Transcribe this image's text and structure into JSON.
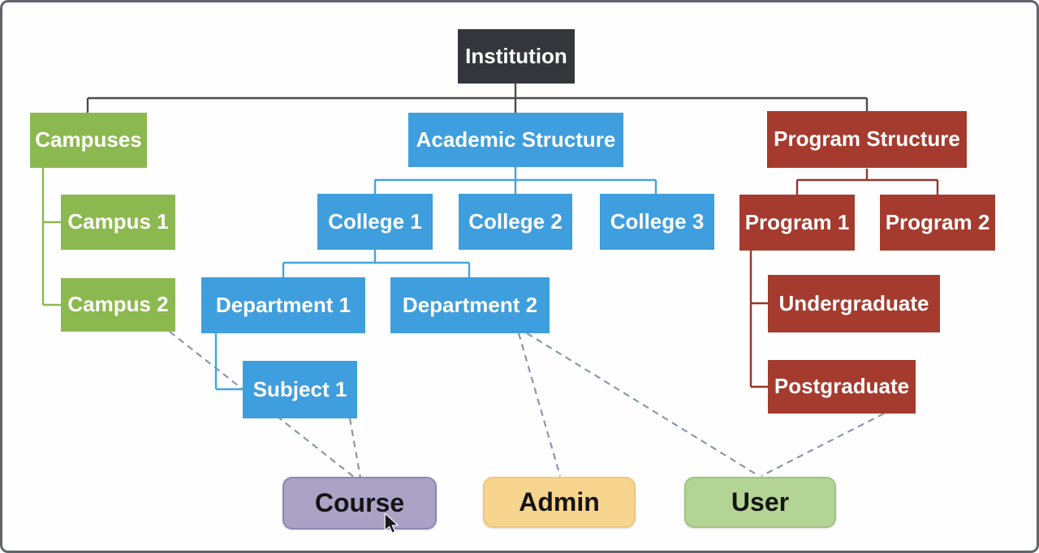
{
  "nodes": {
    "institution": "Institution",
    "campuses": "Campuses",
    "campus_1": "Campus 1",
    "campus_2": "Campus 2",
    "academic_structure": "Academic Structure",
    "college_1": "College 1",
    "college_2": "College 2",
    "college_3": "College 3",
    "department_1": "Department 1",
    "department_2": "Department 2",
    "subject_1": "Subject 1",
    "program_structure": "Program Structure",
    "program_1": "Program 1",
    "program_2": "Program 2",
    "undergraduate": "Undergraduate",
    "postgraduate": "Postgraduate",
    "course": "Course",
    "admin": "Admin",
    "user": "User"
  },
  "hierarchy": {
    "institution": [
      "campuses",
      "academic_structure",
      "program_structure"
    ],
    "campuses": [
      "campus_1",
      "campus_2"
    ],
    "academic_structure": [
      "college_1",
      "college_2",
      "college_3"
    ],
    "college_1": [
      "department_1",
      "department_2"
    ],
    "department_1": [
      "subject_1"
    ],
    "program_structure": [
      "program_1",
      "program_2"
    ],
    "program_1": [
      "undergraduate",
      "postgraduate"
    ]
  },
  "dashed_relations": [
    {
      "from": "campus_2",
      "to": "course"
    },
    {
      "from": "subject_1",
      "to": "course"
    },
    {
      "from": "department_2",
      "to": "admin"
    },
    {
      "from": "department_2",
      "to": "user"
    },
    {
      "from": "postgraduate",
      "to": "user"
    }
  ],
  "colors": {
    "institution_dark": "#35363c",
    "campus_green": "#8cb94f",
    "academic_blue": "#3f9edd",
    "program_red": "#a53b2e",
    "course_purple": "#aaa3c6",
    "admin_orange": "#f8d58f",
    "user_green": "#b3d494",
    "trunk_line": "#4b4b4b",
    "dashed_line": "#8a97ad",
    "text_light": "#ffffff",
    "text_dark": "#141414"
  }
}
